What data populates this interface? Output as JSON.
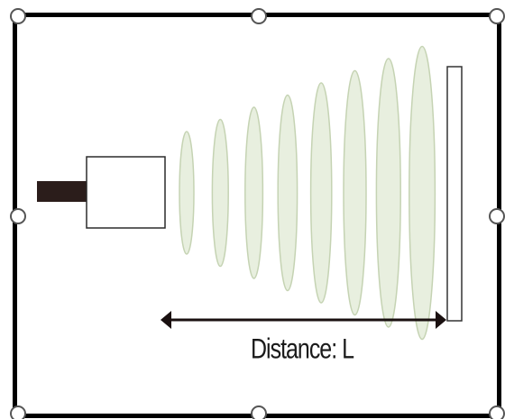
{
  "diagram": {
    "distance_label": "Distance: L",
    "colors": {
      "frame": "#000000",
      "transducer_stem": "#2b1d1b",
      "wave_fill": "#e8efdf",
      "wave_stroke": "#c5d3b3",
      "reflector": "#ffffff",
      "arrow": "#1a1010"
    },
    "wave_count": 8,
    "icons": {
      "selection_handle": "circle-handle",
      "emitter": "ultrasonic-transducer",
      "reflector": "flat-plate-reflector",
      "arrow": "double-headed-arrow"
    }
  }
}
